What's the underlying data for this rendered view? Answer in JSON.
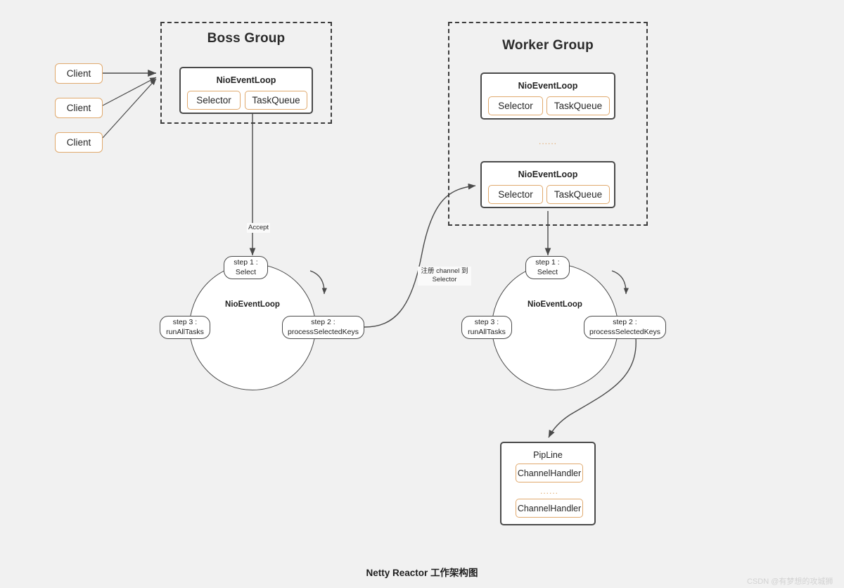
{
  "diagram": {
    "caption": "Netty Reactor 工作架构图",
    "watermark": "CSDN @有梦想的攻城狮",
    "colors": {
      "background": "#f1f1f1",
      "node_border": "#4a4a4a",
      "accent_orange": "#e0a96d",
      "group_border": "#3d3d3d",
      "node_fill": "#ffffff"
    }
  },
  "clients": [
    {
      "label": "Client"
    },
    {
      "label": "Client"
    },
    {
      "label": "Client"
    }
  ],
  "boss_group": {
    "title": "Boss Group",
    "event_loop": {
      "title": "NioEventLoop",
      "selector": "Selector",
      "task_queue": "TaskQueue"
    }
  },
  "worker_group": {
    "title": "Worker Group",
    "ellipsis": "......",
    "event_loops": [
      {
        "title": "NioEventLoop",
        "selector": "Selector",
        "task_queue": "TaskQueue"
      },
      {
        "title": "NioEventLoop",
        "selector": "Selector",
        "task_queue": "TaskQueue"
      }
    ]
  },
  "boss_loop_cycle": {
    "center_label": "NioEventLoop",
    "steps": [
      {
        "line1": "step 1 :",
        "line2": "Select"
      },
      {
        "line1": "step 2 :",
        "line2": "processSelectedKeys"
      },
      {
        "line1": "step 3 :",
        "line2": "runAllTasks"
      }
    ]
  },
  "worker_loop_cycle": {
    "center_label": "NioEventLoop",
    "steps": [
      {
        "line1": "step 1 :",
        "line2": "Select"
      },
      {
        "line1": "step 2 :",
        "line2": "processSelectedKeys"
      },
      {
        "line1": "step 3 :",
        "line2": "runAllTasks"
      }
    ]
  },
  "pipeline": {
    "title": "PipLine",
    "ellipsis": "......",
    "handlers": [
      {
        "label": "ChannelHandler"
      },
      {
        "label": "ChannelHandler"
      }
    ]
  },
  "edge_labels": {
    "accept": "Accept",
    "register_channel_line1": "注册 channel 到",
    "register_channel_line2": "Selector"
  }
}
